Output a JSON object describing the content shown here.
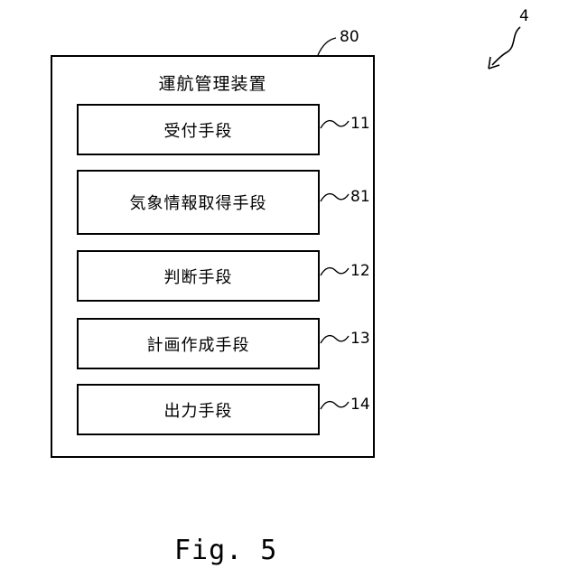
{
  "diagram": {
    "figure_ref": "4",
    "device": {
      "title": "運航管理装置",
      "ref": "80"
    },
    "modules": [
      {
        "label": "受付手段",
        "ref": "11"
      },
      {
        "label": "気象情報取得手段",
        "ref": "81"
      },
      {
        "label": "判断手段",
        "ref": "12"
      },
      {
        "label": "計画作成手段",
        "ref": "13"
      },
      {
        "label": "出力手段",
        "ref": "14"
      }
    ],
    "caption": "Fig. 5"
  }
}
